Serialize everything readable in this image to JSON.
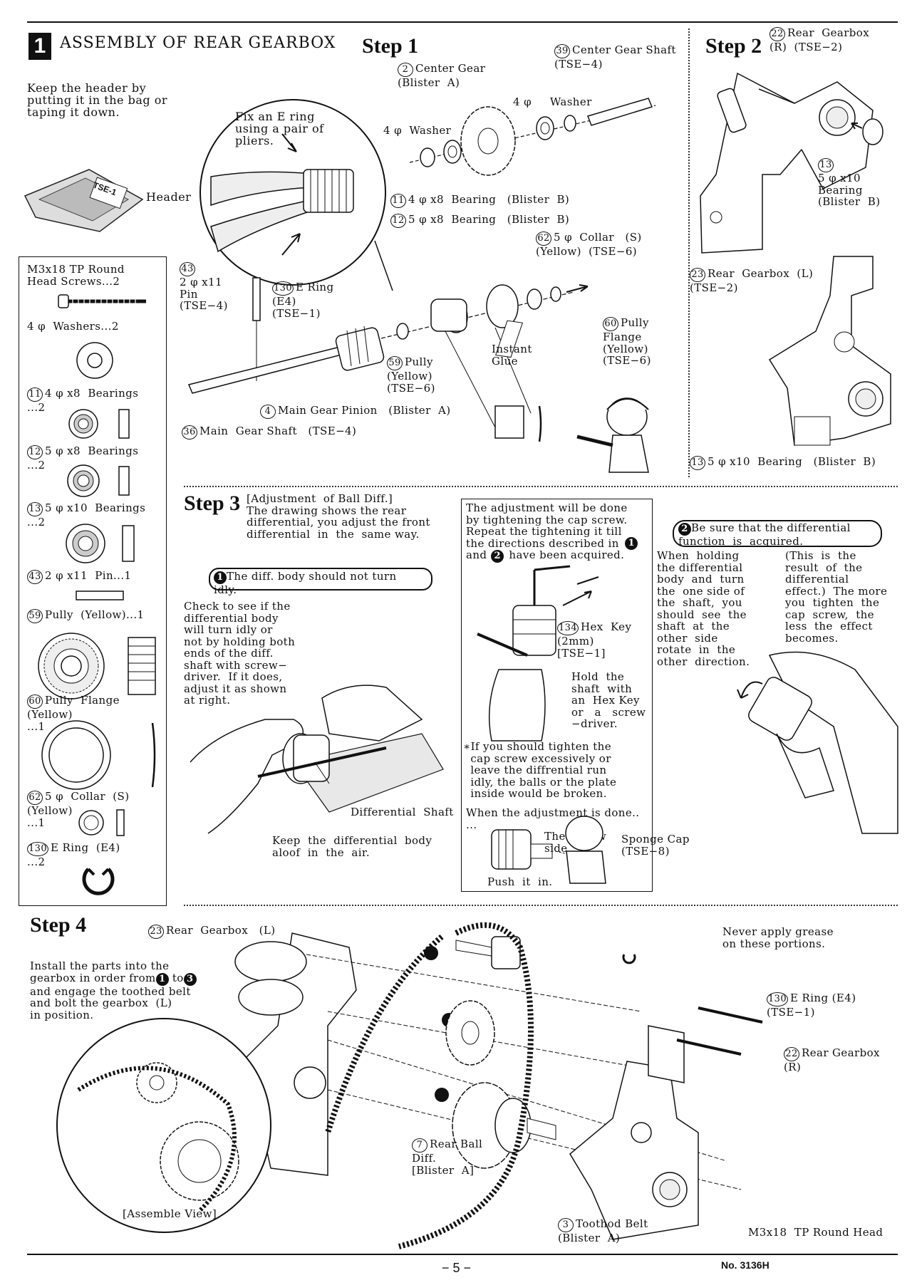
{
  "section": {
    "number": "1",
    "title": "ASSEMBLY OF REAR GEARBOX"
  },
  "intro_note": "Keep the header by\nputting it in the bag or\ntaping it down.",
  "header_label": "Header",
  "header_tag": "TSE-1",
  "parts_list": [
    {
      "num": "",
      "label": "M3x18 TP Round\nHead Screws...2"
    },
    {
      "num": "",
      "label": "4 φ  Washers...2"
    },
    {
      "num": "11",
      "label": "4 φ x8  Bearings\n...2"
    },
    {
      "num": "12",
      "label": "5 φ x8  Bearings\n...2"
    },
    {
      "num": "13",
      "label": "5 φ x10  Bearings\n...2"
    },
    {
      "num": "43",
      "label": "2 φ x11  Pin...1"
    },
    {
      "num": "59",
      "label": "Pully  (Yellow)...1"
    },
    {
      "num": "60",
      "label": "Pully  Flange\n(Yellow)\n...1"
    },
    {
      "num": "62",
      "label": "5 φ  Collar  (S)\n(Yellow)\n...1"
    },
    {
      "num": "130",
      "label": "E Ring  (E4)\n...2"
    }
  ],
  "step1": {
    "title": "Step 1",
    "callout": "Fix an E ring\nusing a pair of\npliers.",
    "labels": {
      "center_gear_shaft": "Center Gear Shaft\n(TSE−4)",
      "center_gear": "Center Gear\n(Blister  A)",
      "washer_right": "4 φ     Washer",
      "washer_left": "4 φ  Washer",
      "bearing_11": "4 φ x8  Bearing   (Blister  B)",
      "bearing_12": "5 φ x8  Bearing   (Blister  B)",
      "collar": "5 φ  Collar   (S)\n(Yellow)  (TSE−6)",
      "pin": "2 φ x11\nPin\n(TSE−4)",
      "ering": "E Ring\n(E4)\n(TSE−1)",
      "pully_flange": "Pully\nFlange\n(Yellow)\n(TSE−6)",
      "instant_glue": "Instant\nGlue",
      "pully": "Pully\n(Yellow)\n(TSE−6)",
      "main_gear_pinion": "Main Gear Pinion   (Blister  A)",
      "main_gear_shaft": "Main  Gear Shaft   (TSE−4)"
    },
    "nums": {
      "center_gear_shaft": "39",
      "center_gear": "2",
      "bearing_11": "11",
      "bearing_12": "12",
      "collar": "62",
      "pin": "43",
      "ering": "130",
      "pully_flange": "60",
      "pully": "59",
      "main_gear_pinion": "4",
      "main_gear_shaft": "36"
    }
  },
  "step2": {
    "title": "Step 2",
    "rear_r": "Rear  Gearbox\n(R)  (TSE−2)",
    "bearing_top": "5 φ x10\nBearing\n(Blister  B)",
    "rear_l": "Rear  Gearbox  (L)\n(TSE−2)",
    "bearing_bottom": "5 φ x10  Bearing   (Blister  B)",
    "nums": {
      "rear_r": "22",
      "bearing": "13",
      "rear_l": "23"
    }
  },
  "step3": {
    "title": "Step 3",
    "subtitle": "[Adjustment  of Ball Diff.]\nThe drawing shows the rear\ndifferential, you adjust the front\ndifferential  in  the  same way.",
    "note1": "The diff. body should not turn\nidly.",
    "check_text": "Check to see if the\ndifferential body\nwill turn idly or\nnot by holding both\nends of the diff.\nshaft with screw−\ndriver.  If it does,\nadjust it as shown\nat right.",
    "diff_shaft": "Differential  Shaft",
    "keep_aloof": "Keep  the  differential  body\naloof  in  the  air.",
    "adjust_text": "The adjustment will be done\nby tightening the cap screw.\nRepeat the tightening it till\nthe directions described in\nand      have been acquired.",
    "hex_key": "Hex  Key\n(2mm)\n[TSE−1]",
    "hex_num": "134",
    "hold_shaft": "Hold  the\nshaft  with\nan  Hex Key\nor   a   screw\n−driver.",
    "warning": "∗If you should tighten the\n  cap screw excessively or\n  leave the diffrential run\n  idly, the balls or the plate\n  inside would be broken.",
    "when_done": "When the adjustment is done..\n...",
    "screw_side": "The  screw\nside",
    "sponge_cap": "Sponge Cap\n(TSE−8)",
    "push_it_in": "Push  it  in.",
    "note2": "Be sure that the differential\nfunction  is  acquired.",
    "when_holding": "When  holding\nthe differential\nbody  and  turn\nthe  one side of\nthe  shaft,  you\nshould  see  the\nshaft  at  the\nother  side\nrotate  in  the\nother  direction.",
    "this_is": "(This  is  the\nresult  of  the\ndifferential\neffect.)  The more\nyou  tighten  the\ncap  screw,  the\nless  the  effect\nbecomes."
  },
  "step4": {
    "title": "Step 4",
    "rear_l": "Rear  Gearbox   (L)",
    "instructions_a": "Install the parts into the\ngearbox in order from",
    "instructions_to": "to",
    "instructions_b": "and engage the toothed belt\nand bolt the gearbox  (L)\nin position.",
    "never_grease": "Never apply grease\non these portions.",
    "ering": "E Ring (E4)\n(TSE−1)",
    "rear_r": "Rear Gearbox\n(R)",
    "rear_ball_diff": "Rear Ball\nDiff.\n[Blister  A]",
    "toothed_belt": "Toothod Belt\n(Blister  A)",
    "round_head": "M3x18  TP Round Head",
    "assemble_view": "[Assemble View]",
    "nums": {
      "rear_l": "23",
      "ering": "130",
      "rear_r": "22",
      "rear_ball_diff": "7",
      "toothed_belt": "3"
    },
    "order_marks": [
      "1",
      "2",
      "3"
    ]
  },
  "footer": {
    "page": "− 5 −",
    "doc_no": "No. 3136H"
  }
}
